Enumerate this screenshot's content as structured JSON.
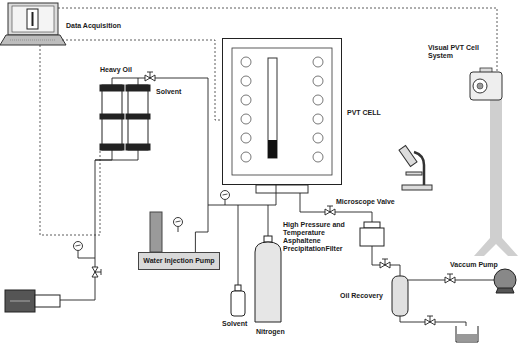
{
  "diagram": {
    "nodes": [
      {
        "text": [
          "PVT CELL"
        ]
      },
      {
        "text": [
          "Water Injection Pump"
        ]
      }
    ],
    "edges": [
      {
        "from": 1,
        "to": 0,
        "arrow": "none"
      }
    ],
    "labels": [
      "Data Acquisition",
      "Visual PVT Cell System",
      "Heavy Oil",
      "Solvent",
      "Microscope Valve",
      "High Pressure and Temperature Asphaltene PrecipitationFilter",
      "Vaccum Pump",
      "Solvent",
      "Nitrogen",
      "Oil Recovery"
    ]
  }
}
